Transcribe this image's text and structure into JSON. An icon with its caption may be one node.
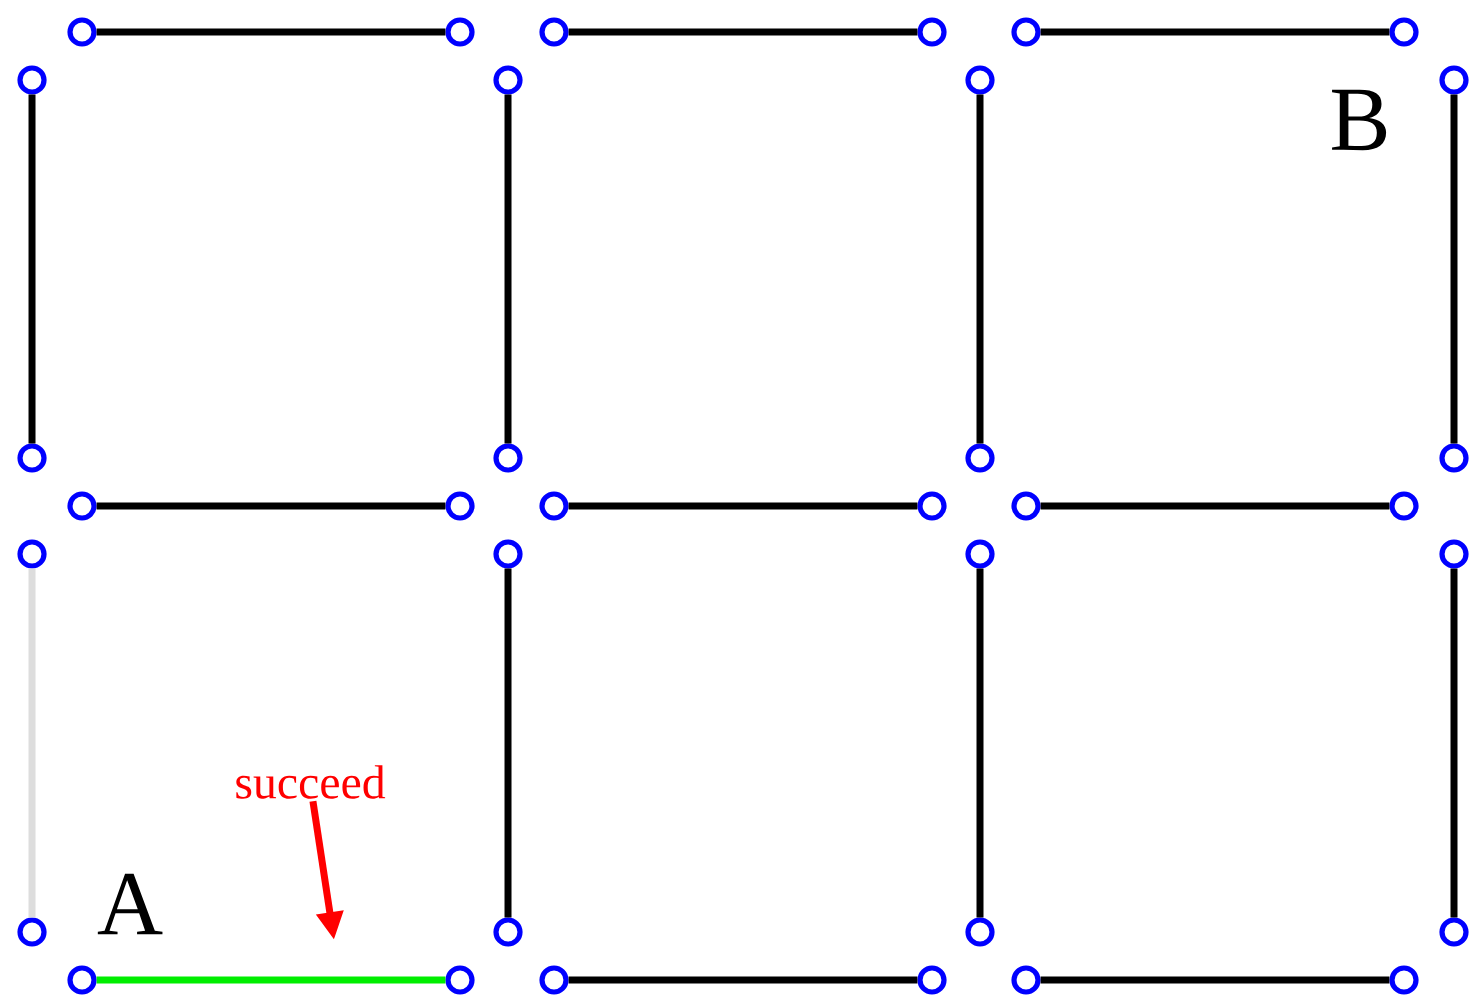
{
  "diagram": {
    "nodes": [
      {
        "text": [],
        "shape": "circle"
      },
      {
        "text": [],
        "shape": "circle"
      },
      {
        "text": [],
        "shape": "circle"
      },
      {
        "text": [],
        "shape": "circle"
      },
      {
        "text": [],
        "shape": "circle"
      },
      {
        "text": [],
        "shape": "circle"
      },
      {
        "text": [],
        "shape": "circle"
      },
      {
        "text": [],
        "shape": "circle"
      },
      {
        "text": [],
        "shape": "circle"
      },
      {
        "text": [],
        "shape": "circle"
      },
      {
        "text": [],
        "shape": "circle"
      },
      {
        "text": [],
        "shape": "circle"
      },
      {
        "text": [],
        "shape": "circle"
      },
      {
        "text": [],
        "shape": "circle"
      },
      {
        "text": [],
        "shape": "circle"
      },
      {
        "text": [],
        "shape": "circle"
      },
      {
        "text": [],
        "shape": "circle"
      },
      {
        "text": [],
        "shape": "circle"
      },
      {
        "text": [],
        "shape": "circle"
      },
      {
        "text": [],
        "shape": "circle"
      },
      {
        "text": [],
        "shape": "circle"
      },
      {
        "text": [],
        "shape": "circle"
      },
      {
        "text": [],
        "shape": "circle"
      },
      {
        "text": [],
        "shape": "circle"
      },
      {
        "text": [],
        "shape": "circle"
      },
      {
        "text": [],
        "shape": "circle"
      },
      {
        "text": [],
        "shape": "circle"
      },
      {
        "text": [],
        "shape": "circle"
      },
      {
        "text": [],
        "shape": "circle"
      },
      {
        "text": [],
        "shape": "circle"
      },
      {
        "text": [],
        "shape": "circle"
      },
      {
        "text": [],
        "shape": "circle"
      },
      {
        "text": [],
        "shape": "circle"
      },
      {
        "text": [],
        "shape": "circle"
      },
      {
        "text": [
          "succeed"
        ]
      }
    ],
    "edges": [
      {
        "from": 0,
        "to": 1,
        "arrow": "none"
      },
      {
        "from": 2,
        "to": 3,
        "arrow": "none"
      },
      {
        "from": 4,
        "to": 5,
        "arrow": "none"
      },
      {
        "from": 6,
        "to": 10,
        "arrow": "none"
      },
      {
        "from": 7,
        "to": 11,
        "arrow": "none"
      },
      {
        "from": 8,
        "to": 12,
        "arrow": "none"
      },
      {
        "from": 9,
        "to": 13,
        "arrow": "none"
      },
      {
        "from": 14,
        "to": 15,
        "arrow": "none"
      },
      {
        "from": 16,
        "to": 17,
        "arrow": "none"
      },
      {
        "from": 18,
        "to": 19,
        "arrow": "none"
      },
      {
        "from": 20,
        "to": 24,
        "arrow": "none",
        "color": "#dddddd"
      },
      {
        "from": 21,
        "to": 25,
        "arrow": "none"
      },
      {
        "from": 22,
        "to": 26,
        "arrow": "none"
      },
      {
        "from": 23,
        "to": 27,
        "arrow": "none"
      },
      {
        "from": 28,
        "to": 29,
        "arrow": "none",
        "color": "#00ee00"
      },
      {
        "from": 30,
        "to": 31,
        "arrow": "none"
      },
      {
        "from": 32,
        "to": 33,
        "arrow": "none"
      },
      {
        "from": 34,
        "to": null,
        "arrow": "to",
        "color": "#ff0000"
      }
    ],
    "labels": [
      "B",
      "A"
    ]
  }
}
